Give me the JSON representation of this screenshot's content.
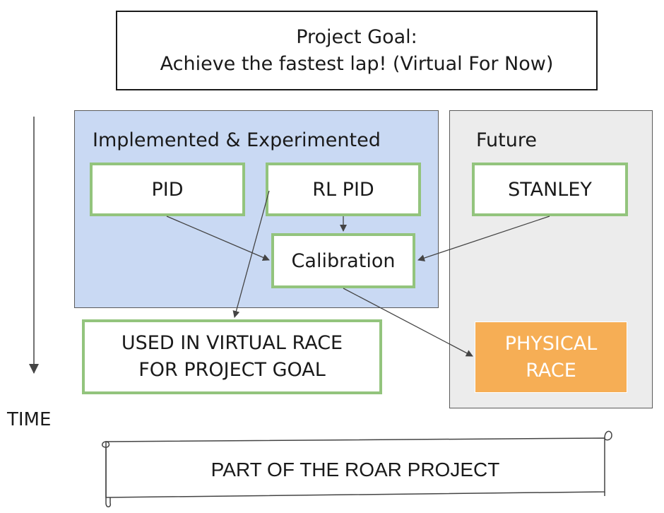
{
  "goal": {
    "line1": "Project Goal:",
    "line2": "Achieve the fastest lap! (Virtual For Now)"
  },
  "implemented": {
    "title": "Implemented & Experimented"
  },
  "future": {
    "title": "Future"
  },
  "nodes": {
    "pid": "PID",
    "rl_pid": "RL PID",
    "calibration": "Calibration",
    "stanley": "STANLEY",
    "used_line1": "USED IN VIRTUAL RACE",
    "used_line2": "FOR PROJECT GOAL",
    "physical_line1": "PHYSICAL",
    "physical_line2": "RACE"
  },
  "time_label": "TIME",
  "banner": "PART OF THE ROAR PROJECT",
  "colors": {
    "implemented_bg": "#c9d9f3",
    "future_bg": "#ececec",
    "node_border": "#93c47d",
    "physical_bg": "#f6ae55",
    "arrow": "#444444"
  }
}
